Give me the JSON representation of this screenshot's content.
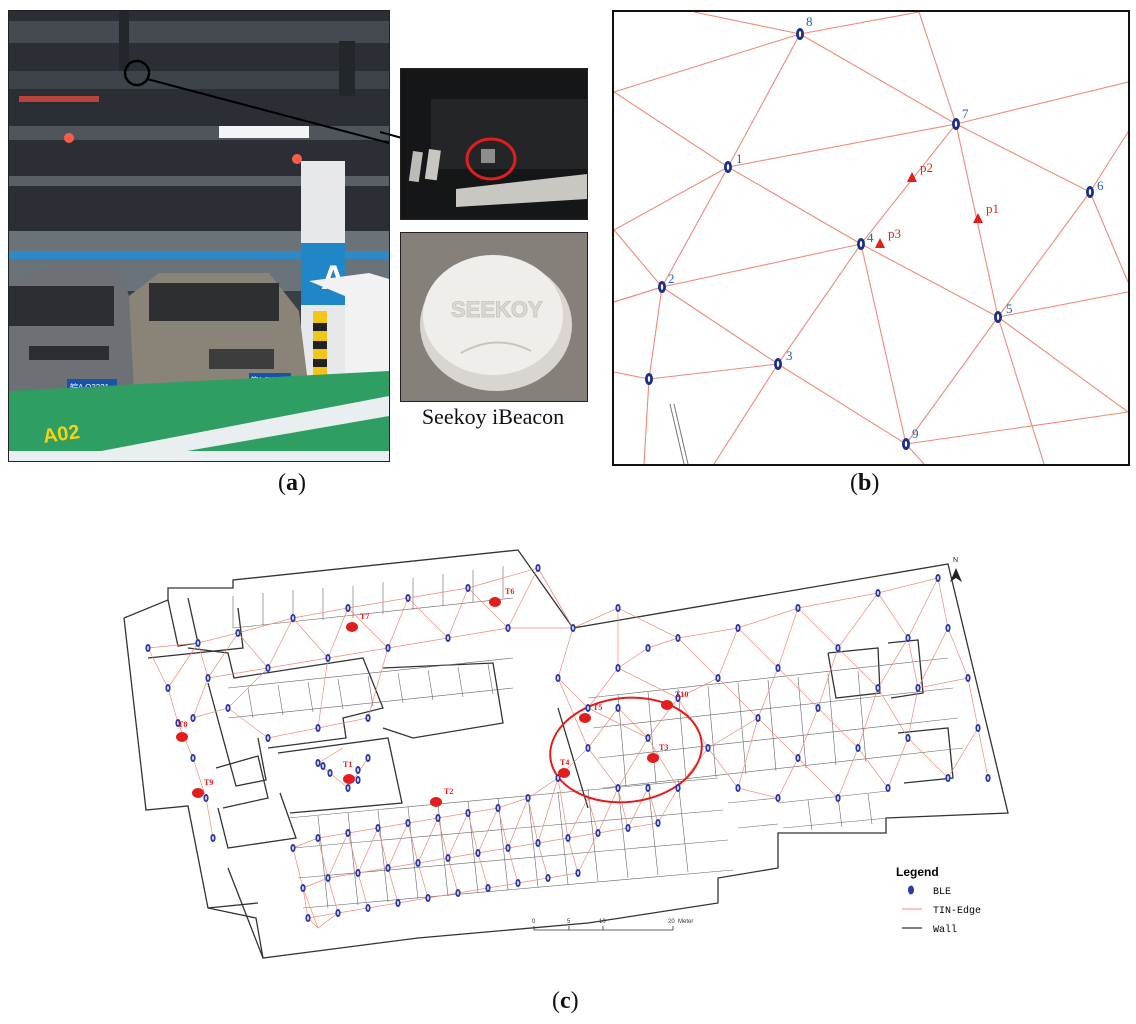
{
  "panel_a": {
    "label_prefix": "(",
    "label_letter": "a",
    "label_suffix": ")",
    "beacon_caption": "Seekoy iBeacon",
    "beacon_brand": "SEEKOY",
    "pillar_letter": "A",
    "plate_left": "皖A Q3221",
    "plate_right": "皖A SK370",
    "floor_text": "A02"
  },
  "panel_b": {
    "label_prefix": "(",
    "label_letter": "b",
    "label_suffix": ")",
    "nodes": [
      "8",
      "7",
      "1",
      "6",
      "2",
      "4",
      "5",
      "3",
      "9"
    ],
    "points": [
      "p1",
      "p2",
      "p3"
    ],
    "node_color": "#1f5fb5",
    "edge_color": "#f08a78",
    "point_color": "#e0201c"
  },
  "panel_c": {
    "label_prefix": "(",
    "label_letter": "c",
    "label_suffix": ")",
    "north": "N",
    "targets": [
      "T6",
      "T7",
      "T8",
      "T9",
      "T1",
      "T2",
      "T5",
      "T10",
      "T3",
      "T4"
    ],
    "legend": {
      "title": "Legend",
      "ble": "BLE",
      "tin": "TIN-Edge",
      "wall": "Wall"
    },
    "scale": {
      "ticks": [
        "0",
        "5",
        "10",
        "20"
      ],
      "unit": "Meter"
    }
  }
}
